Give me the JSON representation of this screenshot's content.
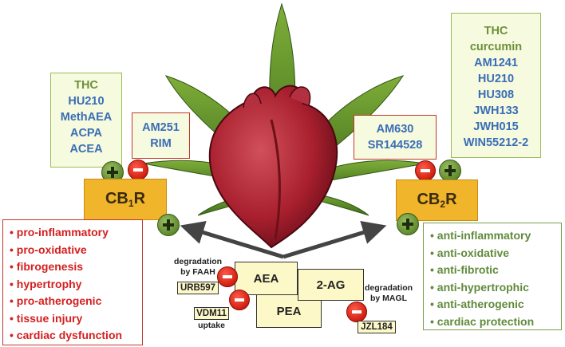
{
  "cb1": {
    "agonists": [
      "THC",
      "HU210",
      "MethAEA",
      "ACPA",
      "ACEA"
    ],
    "antagonists": [
      "AM251",
      "RIM"
    ],
    "receptor_main": "CB",
    "receptor_sub": "1",
    "receptor_suffix": "R",
    "effects": [
      "pro-inflammatory",
      "pro-oxidative",
      "fibrogenesis",
      "hypertrophy",
      "pro-atherogenic",
      "tissue injury",
      "cardiac dysfunction"
    ]
  },
  "cb2": {
    "agonists": [
      "THC",
      "curcumin",
      "AM1241",
      "HU210",
      "HU308",
      "JWH133",
      "JWH015",
      "WIN55212-2"
    ],
    "antagonists": [
      "AM630",
      "SR144528"
    ],
    "receptor_main": "CB",
    "receptor_sub": "2",
    "receptor_suffix": "R",
    "effects": [
      "anti-inflammatory",
      "anti-oxidative",
      "anti-fibrotic",
      "anti-hypertrophic",
      "anti-atherogenic",
      "cardiac protection"
    ]
  },
  "endocannabinoids": {
    "aea": "AEA",
    "pea": "PEA",
    "ag2": "2-AG"
  },
  "inhibitors": {
    "urb597": "URB597",
    "vdm11": "VDM11",
    "jzl184": "JZL184"
  },
  "notes": {
    "faah_line1": "degradation",
    "faah_line2": "by FAAH",
    "magl_line1": "degradation",
    "magl_line2": "by MAGL",
    "uptake": "uptake"
  },
  "colors": {
    "agonist_text": "#3a6db5",
    "green_text": "#6e8f3a",
    "receptor_fill": "#f0b52a",
    "pro_effects": "#d42020",
    "anti_effects": "#5f8a3a"
  },
  "icons": [
    "cannabis-leaf-icon",
    "heart-icon",
    "plus-icon",
    "minus-icon"
  ]
}
